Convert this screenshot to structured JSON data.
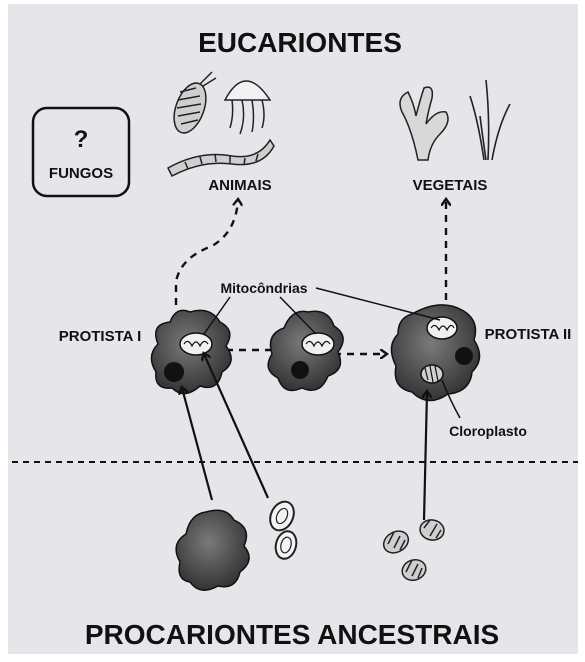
{
  "title_top": "EUCARIONTES",
  "title_bottom": "PROCARIONTES ANCESTRAIS",
  "fungi_box": {
    "symbol": "?",
    "label": "FUNGOS"
  },
  "groups": {
    "animals": "ANIMAIS",
    "plants": "VEGETAIS"
  },
  "cells": {
    "protist_1": "PROTISTA I",
    "protist_2": "PROTISTA II"
  },
  "organelles": {
    "mitochondria": "Mitocôndrias",
    "chloroplast": "Cloroplasto"
  },
  "colors": {
    "background": "#e6e5e9",
    "cell_fill": "#4a4a4a",
    "line": "#111111"
  }
}
